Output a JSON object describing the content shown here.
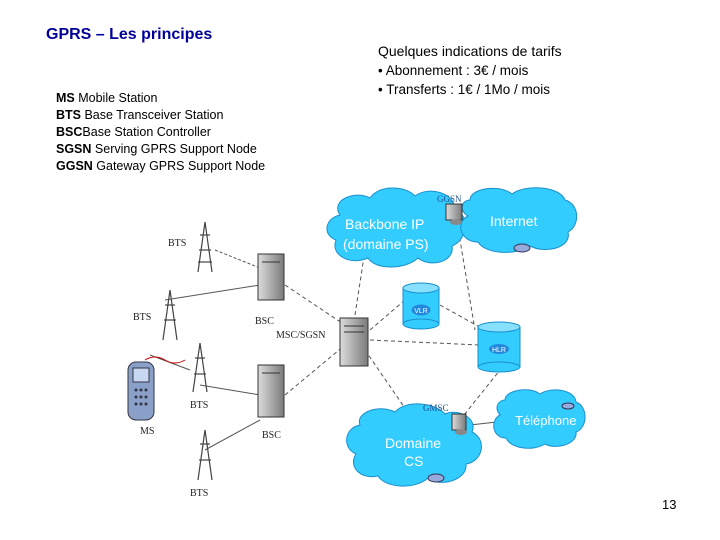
{
  "title": "GPRS – Les principes",
  "abbreviations": [
    {
      "abbr": "MS",
      "text": " Mobile Station"
    },
    {
      "abbr": "BTS",
      "text": " Base Transceiver Station"
    },
    {
      "abbr": "BSC",
      "text": "Base Station Controller"
    },
    {
      "abbr": "SGSN",
      "text": " Serving GPRS Support Node"
    },
    {
      "abbr": "GGSN",
      "text": " Gateway GPRS Support Node"
    }
  ],
  "tarifs": {
    "heading": "Quelques indications de tarifs",
    "items": [
      "• Abonnement : 3€ / mois",
      "• Transferts : 1€ / 1Mo / mois"
    ]
  },
  "diagram": {
    "clouds": {
      "backbone_line1": "Backbone IP",
      "backbone_line2": "(domaine PS)",
      "internet": "Internet",
      "telephone": "Téléphone",
      "domaine_cs_line1": "Domaine",
      "domaine_cs_line2": "CS"
    },
    "nodes": {
      "ggsn": "GGSN",
      "vlr": "VLR",
      "hlr": "HLR",
      "gmsc": "GMSC",
      "msc_sgsn": "MSC/SGSN",
      "bsc_top": "BSC",
      "bsc_bottom": "BSC",
      "bts_1": "BTS",
      "bts_2": "BTS",
      "bts_3": "BTS",
      "bts_4": "BTS",
      "ms": "MS"
    },
    "colors": {
      "cloud_fill": "#33ccff",
      "cloud_stroke": "#1a8fcc",
      "db_fill": "#33ccff",
      "title_color": "#000099"
    }
  },
  "page_number": "13"
}
